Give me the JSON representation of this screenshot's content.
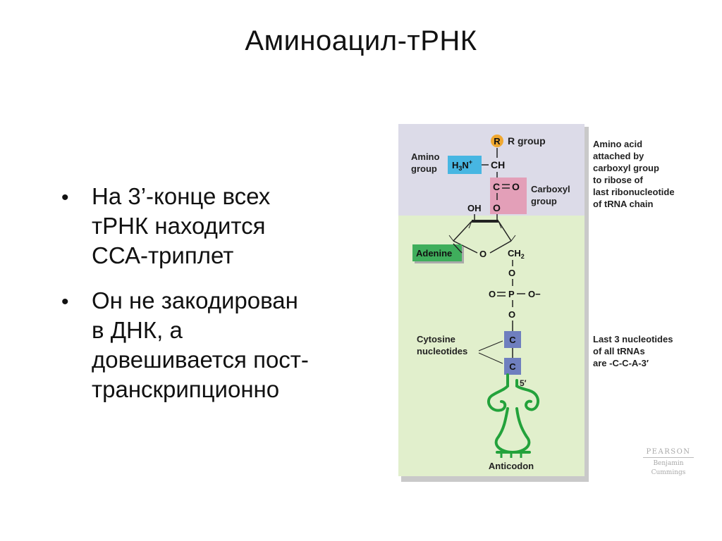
{
  "title": "Аминоацил-тРНК",
  "bullets": [
    {
      "text": "На 3’-конце всех тРНК находится ССА-триплет",
      "lines": [
        "На 3’-конце всех",
        "тРНК находится",
        "ССА-триплет"
      ]
    },
    {
      "text": "Он не закодирован в ДНК, а довешивается пост-транскрипционно",
      "lines": [
        "Он не закодирован",
        "в ДНК, а",
        "довешивается пост-",
        "транскрипционно"
      ]
    }
  ],
  "bullet_symbol": "•",
  "figure": {
    "colors": {
      "top_panel": "#dcdbe8",
      "bottom_panel": "#e1efcc",
      "amino_box": "#47b6e2",
      "carboxyl_box": "#e39fb8",
      "adenine_box": "#3fae5c",
      "cytosine_box": "#6f7fbf",
      "r_circle": "#f0a830",
      "trna": "#23a23b"
    },
    "r_label": "R",
    "r_group_label": "R group",
    "amino_group_label": [
      "Amino",
      "group"
    ],
    "h3n_label": {
      "main": "H",
      "sub": "3",
      "rest": "N",
      "sup": "+"
    },
    "ch_label": "CH",
    "c_label": "C",
    "o_label": "O",
    "carboxyl_label": [
      "Carboxyl",
      "group"
    ],
    "oh_label": "OH",
    "adenine_label": "Adenine",
    "ring_o_label": "O",
    "ch2_label": {
      "main": "CH",
      "sub": "2"
    },
    "p_label": "P",
    "o_minus_label": "O−",
    "cytosine_label": [
      "Cytosine",
      "nucleotides"
    ],
    "nucleotide_c1": "C",
    "nucleotide_c2": "C",
    "five_prime_label": "5′",
    "anticodon_label": "Anticodon",
    "note_amino": [
      "Amino acid",
      "attached by",
      "carboxyl group",
      "to ribose of",
      "last ribonucleotide",
      "of tRNA chain"
    ],
    "note_nucleotides": [
      "Last 3 nucleotides",
      "of all tRNAs",
      "are -C-C-A-3′"
    ]
  },
  "publisher": {
    "name": "PEARSON",
    "imprint": [
      "Benjamin",
      "Cummings"
    ]
  }
}
